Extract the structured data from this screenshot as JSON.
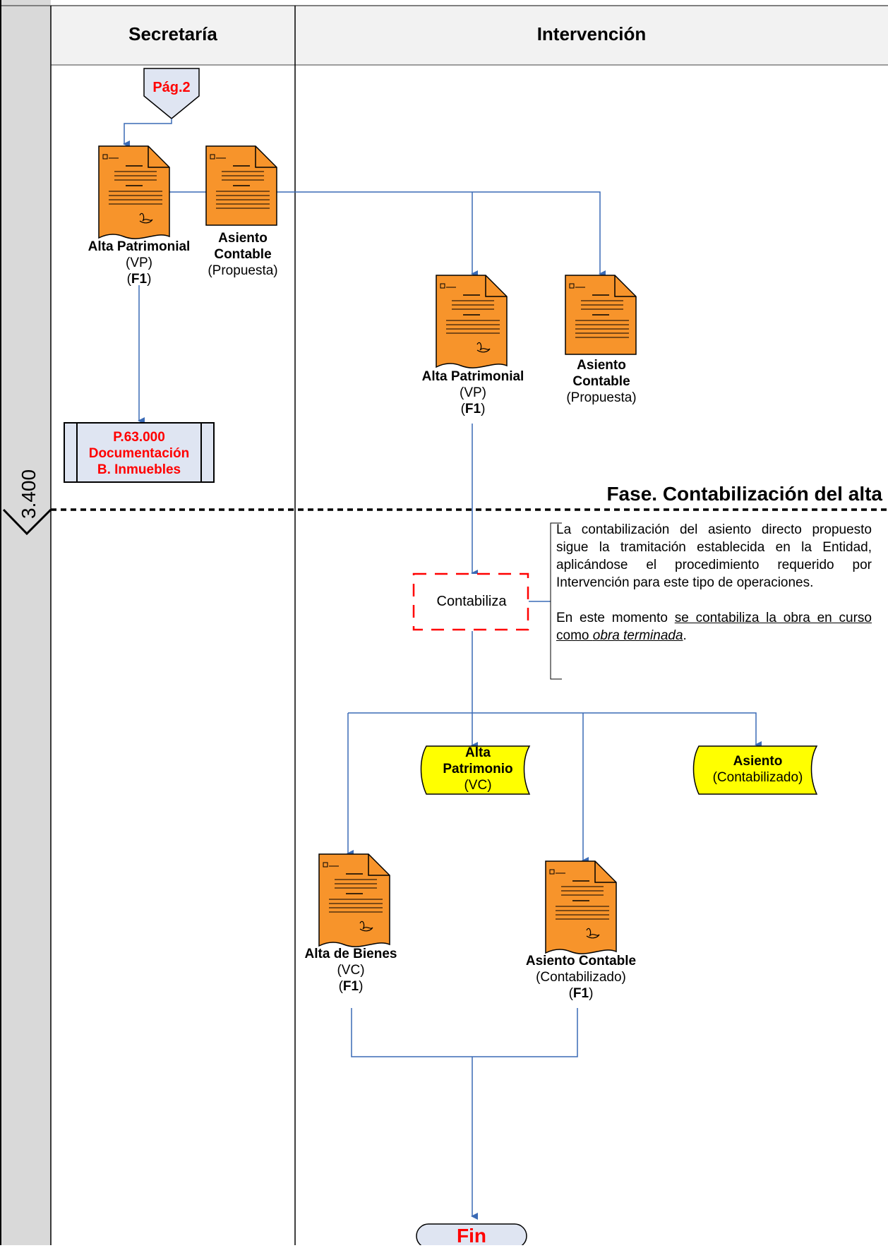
{
  "lanes": {
    "left": "Secretaría",
    "right": "Intervención"
  },
  "side_number": "3.400",
  "connector": "Pág.2",
  "phase_title": "Fase. Contabilización del alta",
  "documents": {
    "sec_alta": {
      "title": "Alta Patrimonial",
      "line2": "(VP)",
      "line3_pre": "(",
      "line3_bold": "F1",
      "line3_post": ")"
    },
    "sec_asiento": {
      "title1": "Asiento",
      "title2": "Contable",
      "line3": "(Propuesta)"
    },
    "int_alta": {
      "title": "Alta Patrimonial",
      "line2": "(VP)",
      "line3_pre": "(",
      "line3_bold": "F1",
      "line3_post": ")"
    },
    "int_asiento": {
      "title1": "Asiento",
      "title2": "Contable",
      "line3": "(Propuesta)"
    },
    "alta_bienes": {
      "title": "Alta de Bienes",
      "line2": "(VC)",
      "line3_pre": "(",
      "line3_bold": "F1",
      "line3_post": ")"
    },
    "asiento_contab": {
      "title": "Asiento Contable",
      "line2": "(Contabilizado)",
      "line3_pre": "(",
      "line3_bold": "F1",
      "line3_post": ")"
    }
  },
  "process": {
    "line1": "P.63.000",
    "line2": "Documentación",
    "line3": "B. Inmuebles"
  },
  "activity": "Contabiliza",
  "note": {
    "p1": "La contabilización del asiento directo propuesto sigue la tramitación establecida en la Entidad, aplicándose el procedimiento requerido por Intervención para este tipo de operaciones.",
    "p2_pre": "En este momento ",
    "p2_u1": "se contabiliza la obra en curso como ",
    "p2_ui": "obra terminada",
    "p2_post": "."
  },
  "data_stores": {
    "alta": {
      "line1": "Alta",
      "line2": "Patrimonio",
      "line3": "(VC)"
    },
    "asiento": {
      "line1": "Asiento",
      "line2": "(Contabilizado)"
    }
  },
  "end": "Fin",
  "colors": {
    "doc_fill": "#f7942b",
    "data_fill": "#ffff00",
    "arrow": "#3a6ab5",
    "red": "#ff0000",
    "process_fill": "#dfe5f2"
  }
}
